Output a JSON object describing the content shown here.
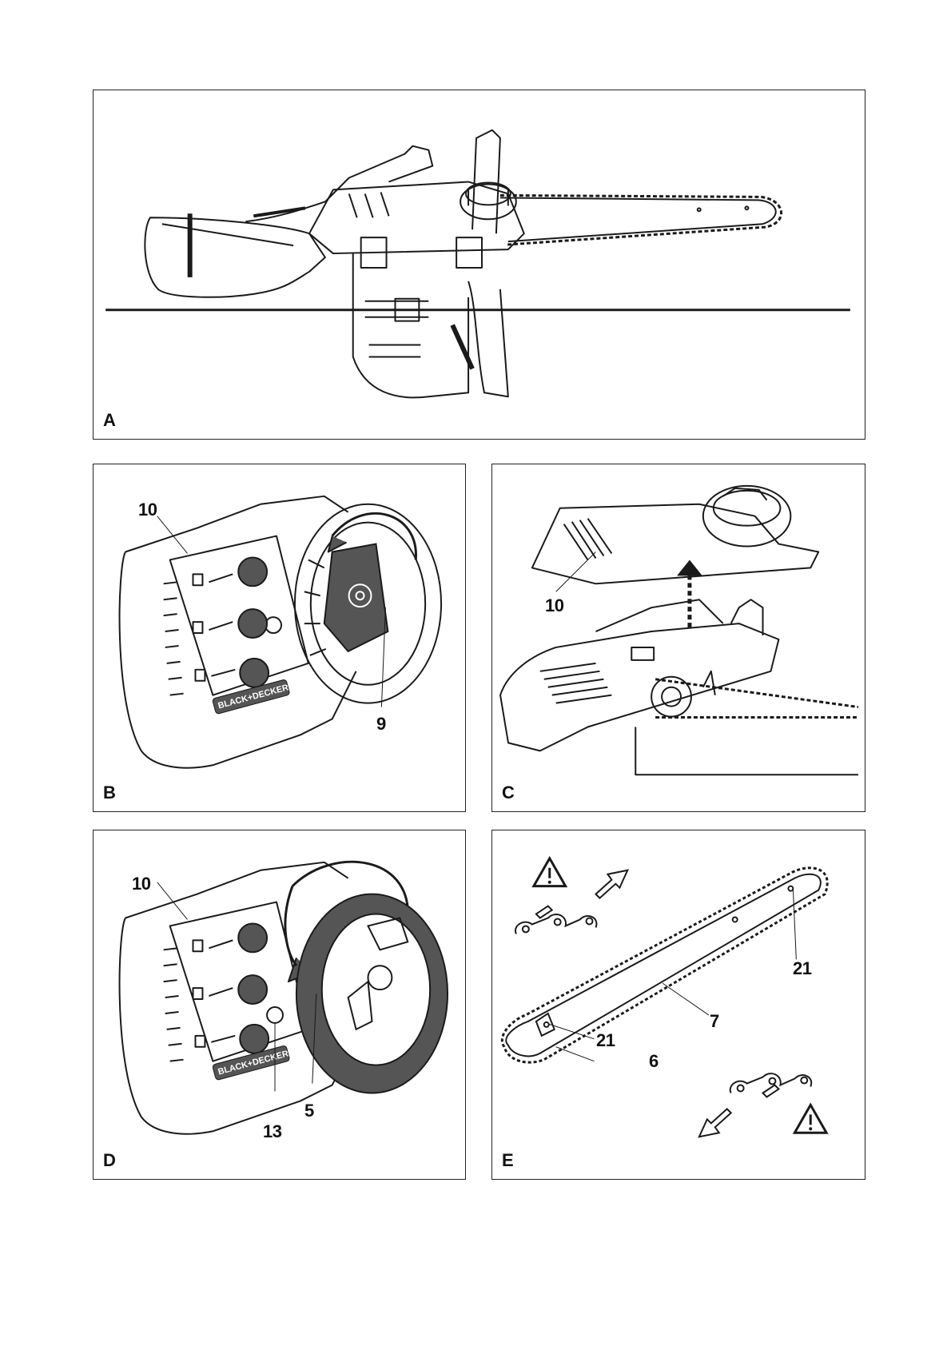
{
  "panels": {
    "a": {
      "letter": "A"
    },
    "b": {
      "letter": "B",
      "callouts": [
        "10",
        "9"
      ],
      "brand": "BLACK+DECKER"
    },
    "c": {
      "letter": "C",
      "callouts": [
        "10"
      ]
    },
    "d": {
      "letter": "D",
      "callouts": [
        "10",
        "13",
        "5"
      ],
      "brand": "BLACK+DECKER"
    },
    "e": {
      "letter": "E",
      "callouts": [
        "21",
        "7",
        "21",
        "6"
      ]
    }
  },
  "icons": [
    "warning-triangle-icon",
    "direction-arrow-icon"
  ],
  "colors": {
    "line": "#1a1a1a",
    "shade": "#555555",
    "paper": "#ffffff"
  }
}
